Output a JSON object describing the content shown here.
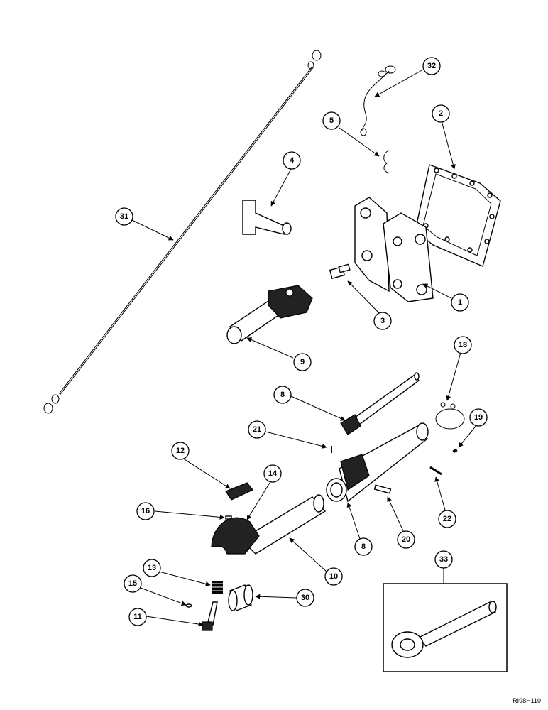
{
  "callouts": [
    "1",
    "2",
    "3",
    "4",
    "5",
    "8",
    "8",
    "9",
    "10",
    "11",
    "12",
    "13",
    "14",
    "15",
    "16",
    "18",
    "19",
    "20",
    "21",
    "22",
    "30",
    "31",
    "32",
    "33"
  ],
  "reference_code": "RI98H110"
}
